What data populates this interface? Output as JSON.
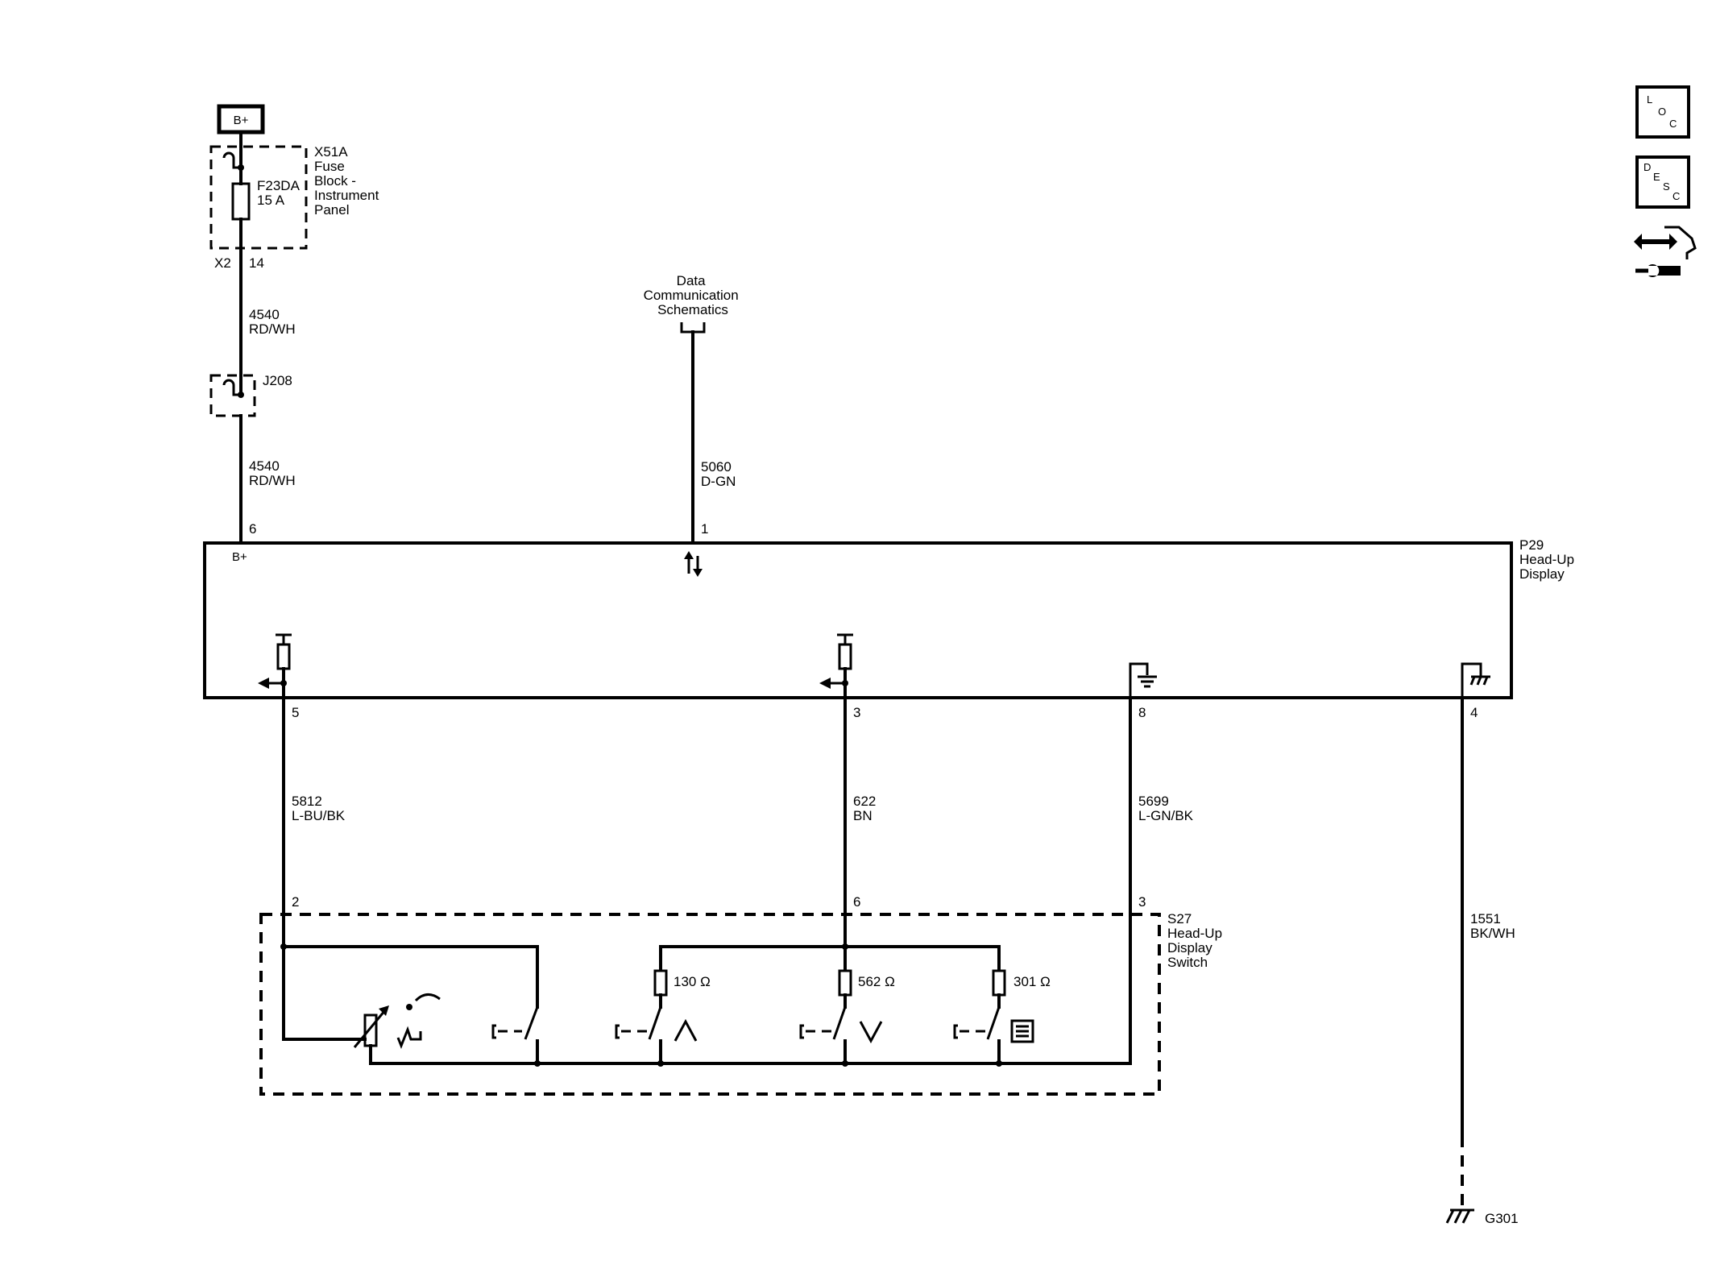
{
  "power": {
    "label": "B+"
  },
  "fuse_block": {
    "name_lines": [
      "X51A",
      "Fuse",
      "Block -",
      "Instrument",
      "Panel"
    ],
    "fuse_lines": [
      "F23DA",
      "15 A"
    ],
    "connector": "X2",
    "pin": "14"
  },
  "wire_4540_upper": {
    "number": "4540",
    "color": "RD/WH"
  },
  "splice": {
    "label": "J208"
  },
  "wire_4540_lower": {
    "number": "4540",
    "color": "RD/WH"
  },
  "data_comm": {
    "lines": [
      "Data",
      "Communication",
      "Schematics"
    ]
  },
  "wire_5060": {
    "number": "5060",
    "color": "D-GN"
  },
  "hud": {
    "name_lines": [
      "P29",
      "Head-Up",
      "Display"
    ],
    "bplus_label": "B+",
    "pins": {
      "bplus": "6",
      "data": "1",
      "p5": "5",
      "p3": "3",
      "p8": "8",
      "p4": "4"
    }
  },
  "wire_5812": {
    "number": "5812",
    "color": "L-BU/BK"
  },
  "wire_622": {
    "number": "622",
    "color": "BN"
  },
  "wire_5699": {
    "number": "5699",
    "color": "L-GN/BK"
  },
  "wire_1551": {
    "number": "1551",
    "color": "BK/WH"
  },
  "switch": {
    "name_lines": [
      "S27",
      "Head-Up",
      "Display",
      "Switch"
    ],
    "pins": {
      "a": "2",
      "b": "6",
      "c": "3"
    },
    "resistors": [
      "130 Ω",
      "562 Ω",
      "301 Ω"
    ]
  },
  "ground": {
    "label": "G301"
  },
  "side_icons": {
    "loc": [
      "L",
      "O",
      "C"
    ],
    "desc": [
      "D",
      "E",
      "S",
      "C"
    ],
    "connector_icon": "connector-tool-icon"
  }
}
